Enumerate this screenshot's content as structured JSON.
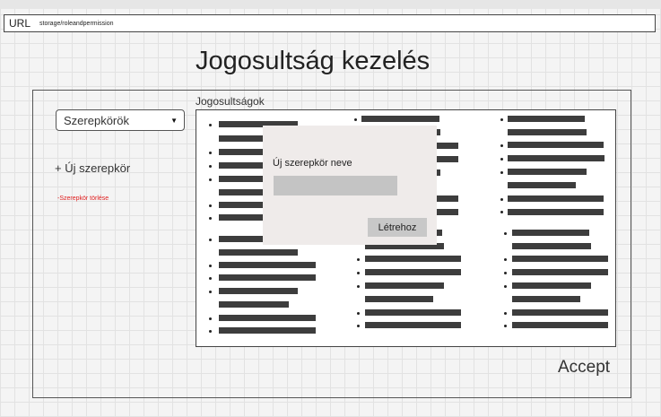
{
  "url_bar": {
    "label": "URL",
    "value": "storage/roleandpermission"
  },
  "page": {
    "title": "Jogosultság kezelés"
  },
  "roles": {
    "select_value": "Szerepkörök",
    "new_role_label": "+ Új szerepkör",
    "delete_role_label": "-Szerepkör törlése"
  },
  "permissions": {
    "label": "Jogosultságok"
  },
  "modal": {
    "label": "Új szerepkör neve",
    "input_value": "",
    "button_label": "Létrehoz"
  },
  "footer": {
    "accept_label": "Accept"
  },
  "colors": {
    "placeholder_bar": "#3d3d3d",
    "danger_text": "#e02020",
    "modal_bg": "#efebea"
  }
}
